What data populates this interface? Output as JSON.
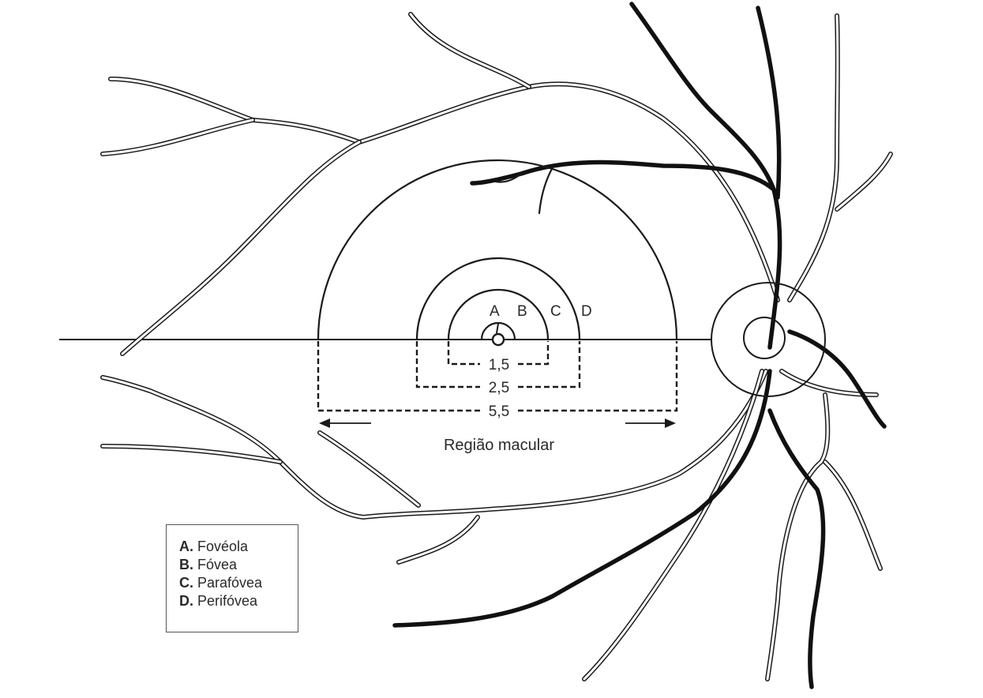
{
  "zone_letters": [
    "A",
    "B",
    "C",
    "D"
  ],
  "measurements": {
    "fovea": "1,5",
    "parafovea": "2,5",
    "perifovea": "5,5"
  },
  "region_label": "Região macular",
  "legend": [
    {
      "letter": "A.",
      "name": "Fovéola"
    },
    {
      "letter": "B.",
      "name": "Fóvea"
    },
    {
      "letter": "C.",
      "name": "Parafóvea"
    },
    {
      "letter": "D.",
      "name": "Perifóvea"
    }
  ]
}
